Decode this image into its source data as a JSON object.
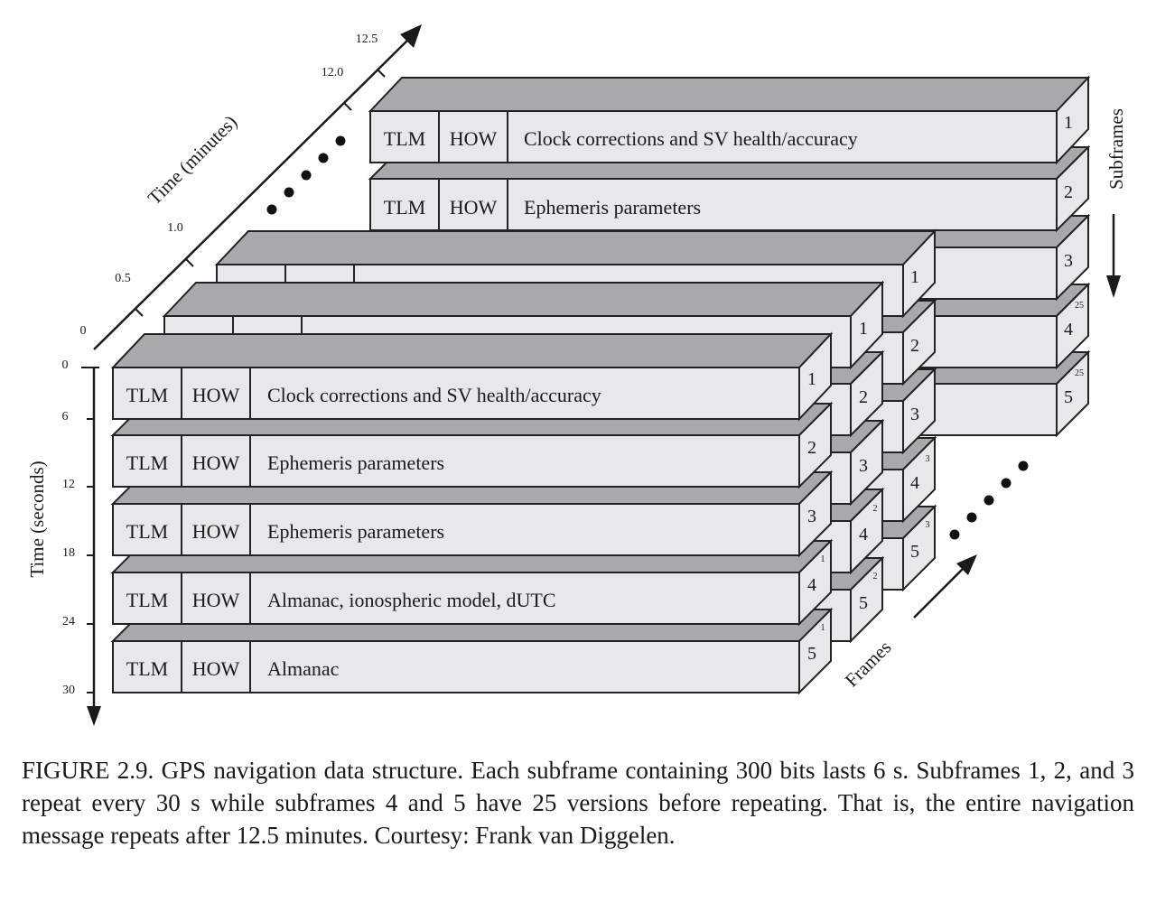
{
  "fields": {
    "tlm": "TLM",
    "how": "HOW"
  },
  "subframe_contents": [
    "Clock corrections and SV health/accuracy",
    "Ephemeris parameters",
    "Ephemeris parameters",
    "Almanac, ionospheric model, dUTC",
    "Almanac"
  ],
  "subframe_numbers": [
    "1",
    "2",
    "3",
    "4",
    "5"
  ],
  "page_versions": {
    "front_frame": [
      "1",
      "1"
    ],
    "second_frame": [
      "2",
      "2"
    ],
    "third_frame": [
      "3",
      "3"
    ],
    "last_frame": [
      "25",
      "25"
    ]
  },
  "axes": {
    "seconds_title": "Time (seconds)",
    "seconds_ticks": [
      "0",
      "6",
      "12",
      "18",
      "24",
      "30"
    ],
    "minutes_title": "Time (minutes)",
    "minutes_ticks": [
      "0",
      "0.5",
      "1.0",
      "12.0",
      "12.5"
    ],
    "subframes_title": "Subframes",
    "frames_title": "Frames"
  },
  "caption": "FIGURE 2.9. GPS navigation data structure. Each subframe containing 300 bits lasts 6 s. Subframes 1, 2, and 3 repeat every 30 s while subframes 4 and 5 have 25 versions before repeating. That is, the entire navigation message repeats after 12.5 minutes. Courtesy: Frank van Diggelen."
}
